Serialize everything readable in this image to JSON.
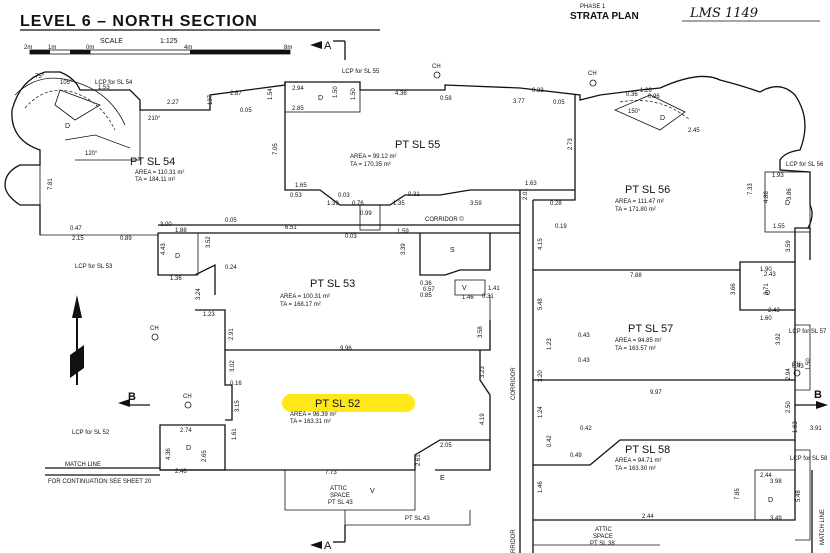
{
  "title": "LEVEL 6 – NORTH SECTION",
  "phase": "PHASE 1",
  "strata_plan_label": "STRATA PLAN",
  "strata_plan_no": "LMS 1149",
  "scale": {
    "label": "SCALE",
    "ratio": "1:125",
    "ticks": [
      "2m",
      "1m",
      "0m",
      "4m",
      "8m"
    ]
  },
  "lots": [
    {
      "name": "PT SL 54",
      "area": "AREA = 110.31 m²",
      "ta": "TA = 184.11 m²"
    },
    {
      "name": "PT SL 55",
      "area": "AREA = 99.12 m²",
      "ta": "TA = 170.35 m²"
    },
    {
      "name": "PT SL 56",
      "area": "AREA = 111.47 m²",
      "ta": "TA = 171.80 m²"
    },
    {
      "name": "PT SL 53",
      "area": "AREA = 100.31 m²",
      "ta": "TA = 168.17 m²"
    },
    {
      "name": "PT SL 57",
      "area": "AREA = 94.85 m²",
      "ta": "TA = 163.57 m²"
    },
    {
      "name": "PT SL 52",
      "area": "AREA = 96.39 m²",
      "ta": "TA = 163.31 m²"
    },
    {
      "name": "PT SL 58",
      "area": "AREA = 94.71 m²",
      "ta": "TA = 163.30 m²"
    }
  ],
  "lcp_labels": [
    "LCP for SL 54",
    "LCP for SL 55",
    "LCP for SL 56",
    "LCP for SL 53",
    "LCP for SL 57",
    "LCP for SL 52",
    "LCP for SL 58"
  ],
  "corridor_h": "CORRIDOR ©",
  "corridor_v": "CORRIDOR",
  "corridor_v2": "RRIDOR",
  "match_line": "MATCH LINE",
  "continuation": "FOR CONTINUATION SEE SHEET 20",
  "match_line_v": "MATCH LINE",
  "attic_43": [
    "ATTIC",
    "SPACE",
    "PT SL 43"
  ],
  "pt_sl_43": "PT SL 43",
  "attic_38": [
    "ATTIC",
    "SPACE",
    "PT SL 38"
  ],
  "section_markers": {
    "a": "A",
    "b": "B"
  },
  "ch": "CH",
  "d": "D",
  "e": "E",
  "s": "S",
  "v": "V",
  "dims": [
    "75°",
    "105°",
    "1.53",
    "2.87",
    "137",
    "2.94",
    "1.50",
    "4.36",
    "0.58",
    "0.33",
    "3.77",
    "0.05",
    "1.26",
    "0.36",
    "0.96",
    "150°",
    "120°",
    "210°",
    "2.27",
    "0.05",
    "2.85",
    "1.54",
    "1.50",
    "2.45",
    "7.05",
    "2.73",
    "1.65",
    "0.53",
    "1.39",
    "0.03",
    "0.76",
    "1.35",
    "0.31",
    "0.99",
    "3.59",
    "1.63",
    "2.01",
    "0.28",
    "0.19",
    "7.81",
    "0.47",
    "2.15",
    "0.89",
    "3.00",
    "0.05",
    "6.51",
    "0.03",
    "1.59",
    "1.88",
    "3.52",
    "4.43",
    "1.36",
    "0.24",
    "3.39",
    "0.36",
    "0.85",
    "0.57",
    "1.46",
    "0.31",
    "3.24",
    "1.23",
    "2.91",
    "9.96",
    "3.58",
    "3.02",
    "0.16",
    "3.15",
    "3.23",
    "4.19",
    "2.74",
    "4.36",
    "2.46",
    "2.65",
    "1.61",
    "7.73",
    "2.05",
    "2.61",
    "1.93",
    "3.86",
    "7.33",
    "4.86",
    "1.55",
    "3.59",
    "4.15",
    "7.88",
    "1.90",
    "2.43",
    "3.66",
    "3.71",
    "1.60",
    "2.43",
    "3.92",
    "5.48",
    "0.43",
    "1.23",
    "3.20",
    "0.43",
    "9.97",
    "0.43",
    "2.94",
    "1.50",
    "2.50",
    "1.24",
    "0.42",
    "0.42",
    "0.49",
    "3.91",
    "1.63",
    "2.44",
    "3.98",
    "7.85",
    "2.44",
    "3.49",
    "5.48",
    "1.46",
    "1.41"
  ]
}
